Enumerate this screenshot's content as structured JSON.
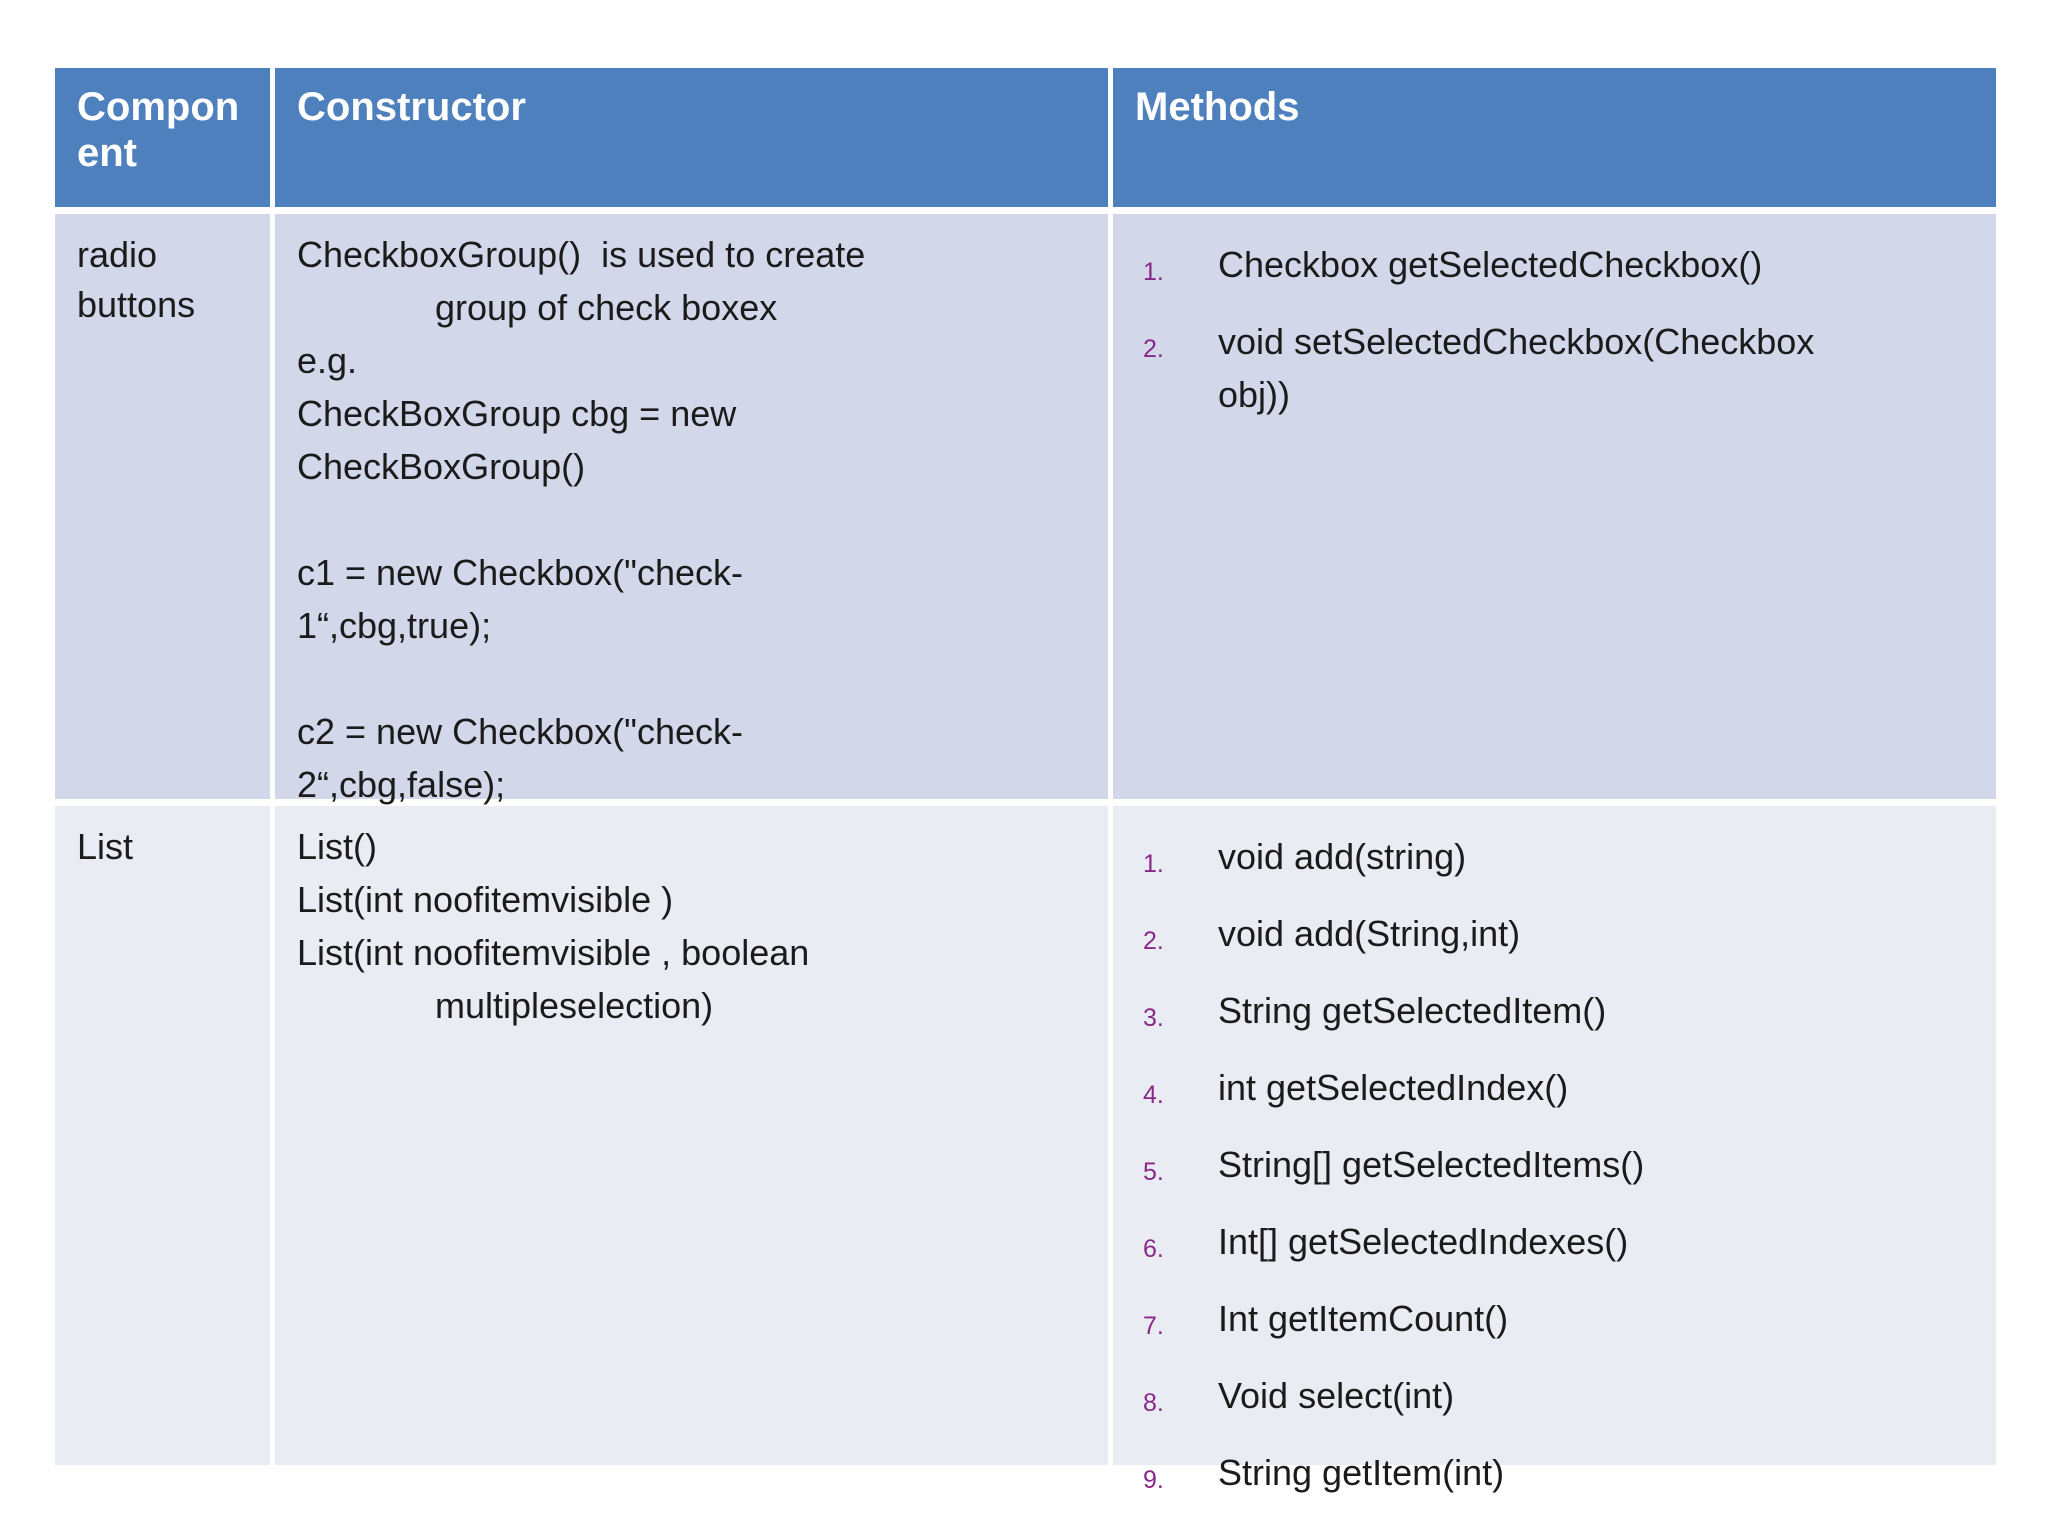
{
  "table": {
    "headers": [
      "Component",
      "Constructor",
      "Methods"
    ],
    "rows": [
      {
        "component": "radio buttons",
        "constructor_lines": [
          {
            "text": "CheckboxGroup()  is used to create",
            "indent": 0
          },
          {
            "text": "group of check boxex",
            "indent": 1
          },
          {
            "text": "e.g.",
            "indent": 0
          },
          {
            "text": "CheckBoxGroup cbg = new",
            "indent": 0
          },
          {
            "text": "CheckBoxGroup()",
            "indent": 0
          },
          {
            "text": "",
            "indent": 0
          },
          {
            "text": "c1 = new Checkbox(\"check-",
            "indent": 0
          },
          {
            "text": "1“,cbg,true);",
            "indent": 0
          },
          {
            "text": "",
            "indent": 0
          },
          {
            "text": "c2 = new Checkbox(\"check-",
            "indent": 0
          },
          {
            "text": "2“,cbg,false);",
            "indent": 0
          }
        ],
        "methods": [
          "Checkbox getSelectedCheckbox()",
          "void setSelectedCheckbox(Checkbox obj))"
        ]
      },
      {
        "component": "List",
        "constructor_lines": [
          {
            "text": "List()",
            "indent": 0
          },
          {
            "text": "List(int noofitemvisible )",
            "indent": 0
          },
          {
            "text": "List(int noofitemvisible , boolean",
            "indent": 0
          },
          {
            "text": "multipleselection)",
            "indent": 1
          }
        ],
        "methods": [
          "void add(string)",
          "void add(String,int)",
          "String getSelectedItem()",
          "int getSelectedIndex()",
          "String[] getSelectedItems()",
          "Int[] getSelectedIndexes()",
          "Int getItemCount()",
          "Void select(int)",
          "String getItem(int)"
        ]
      }
    ]
  },
  "colors": {
    "header_bg": "#4e80be",
    "header_text": "#ffffff",
    "row1_bg": "#d2d7e9",
    "row2_bg": "#eaecf4",
    "body_text": "#1b1b1b",
    "list_number": "#892889"
  }
}
